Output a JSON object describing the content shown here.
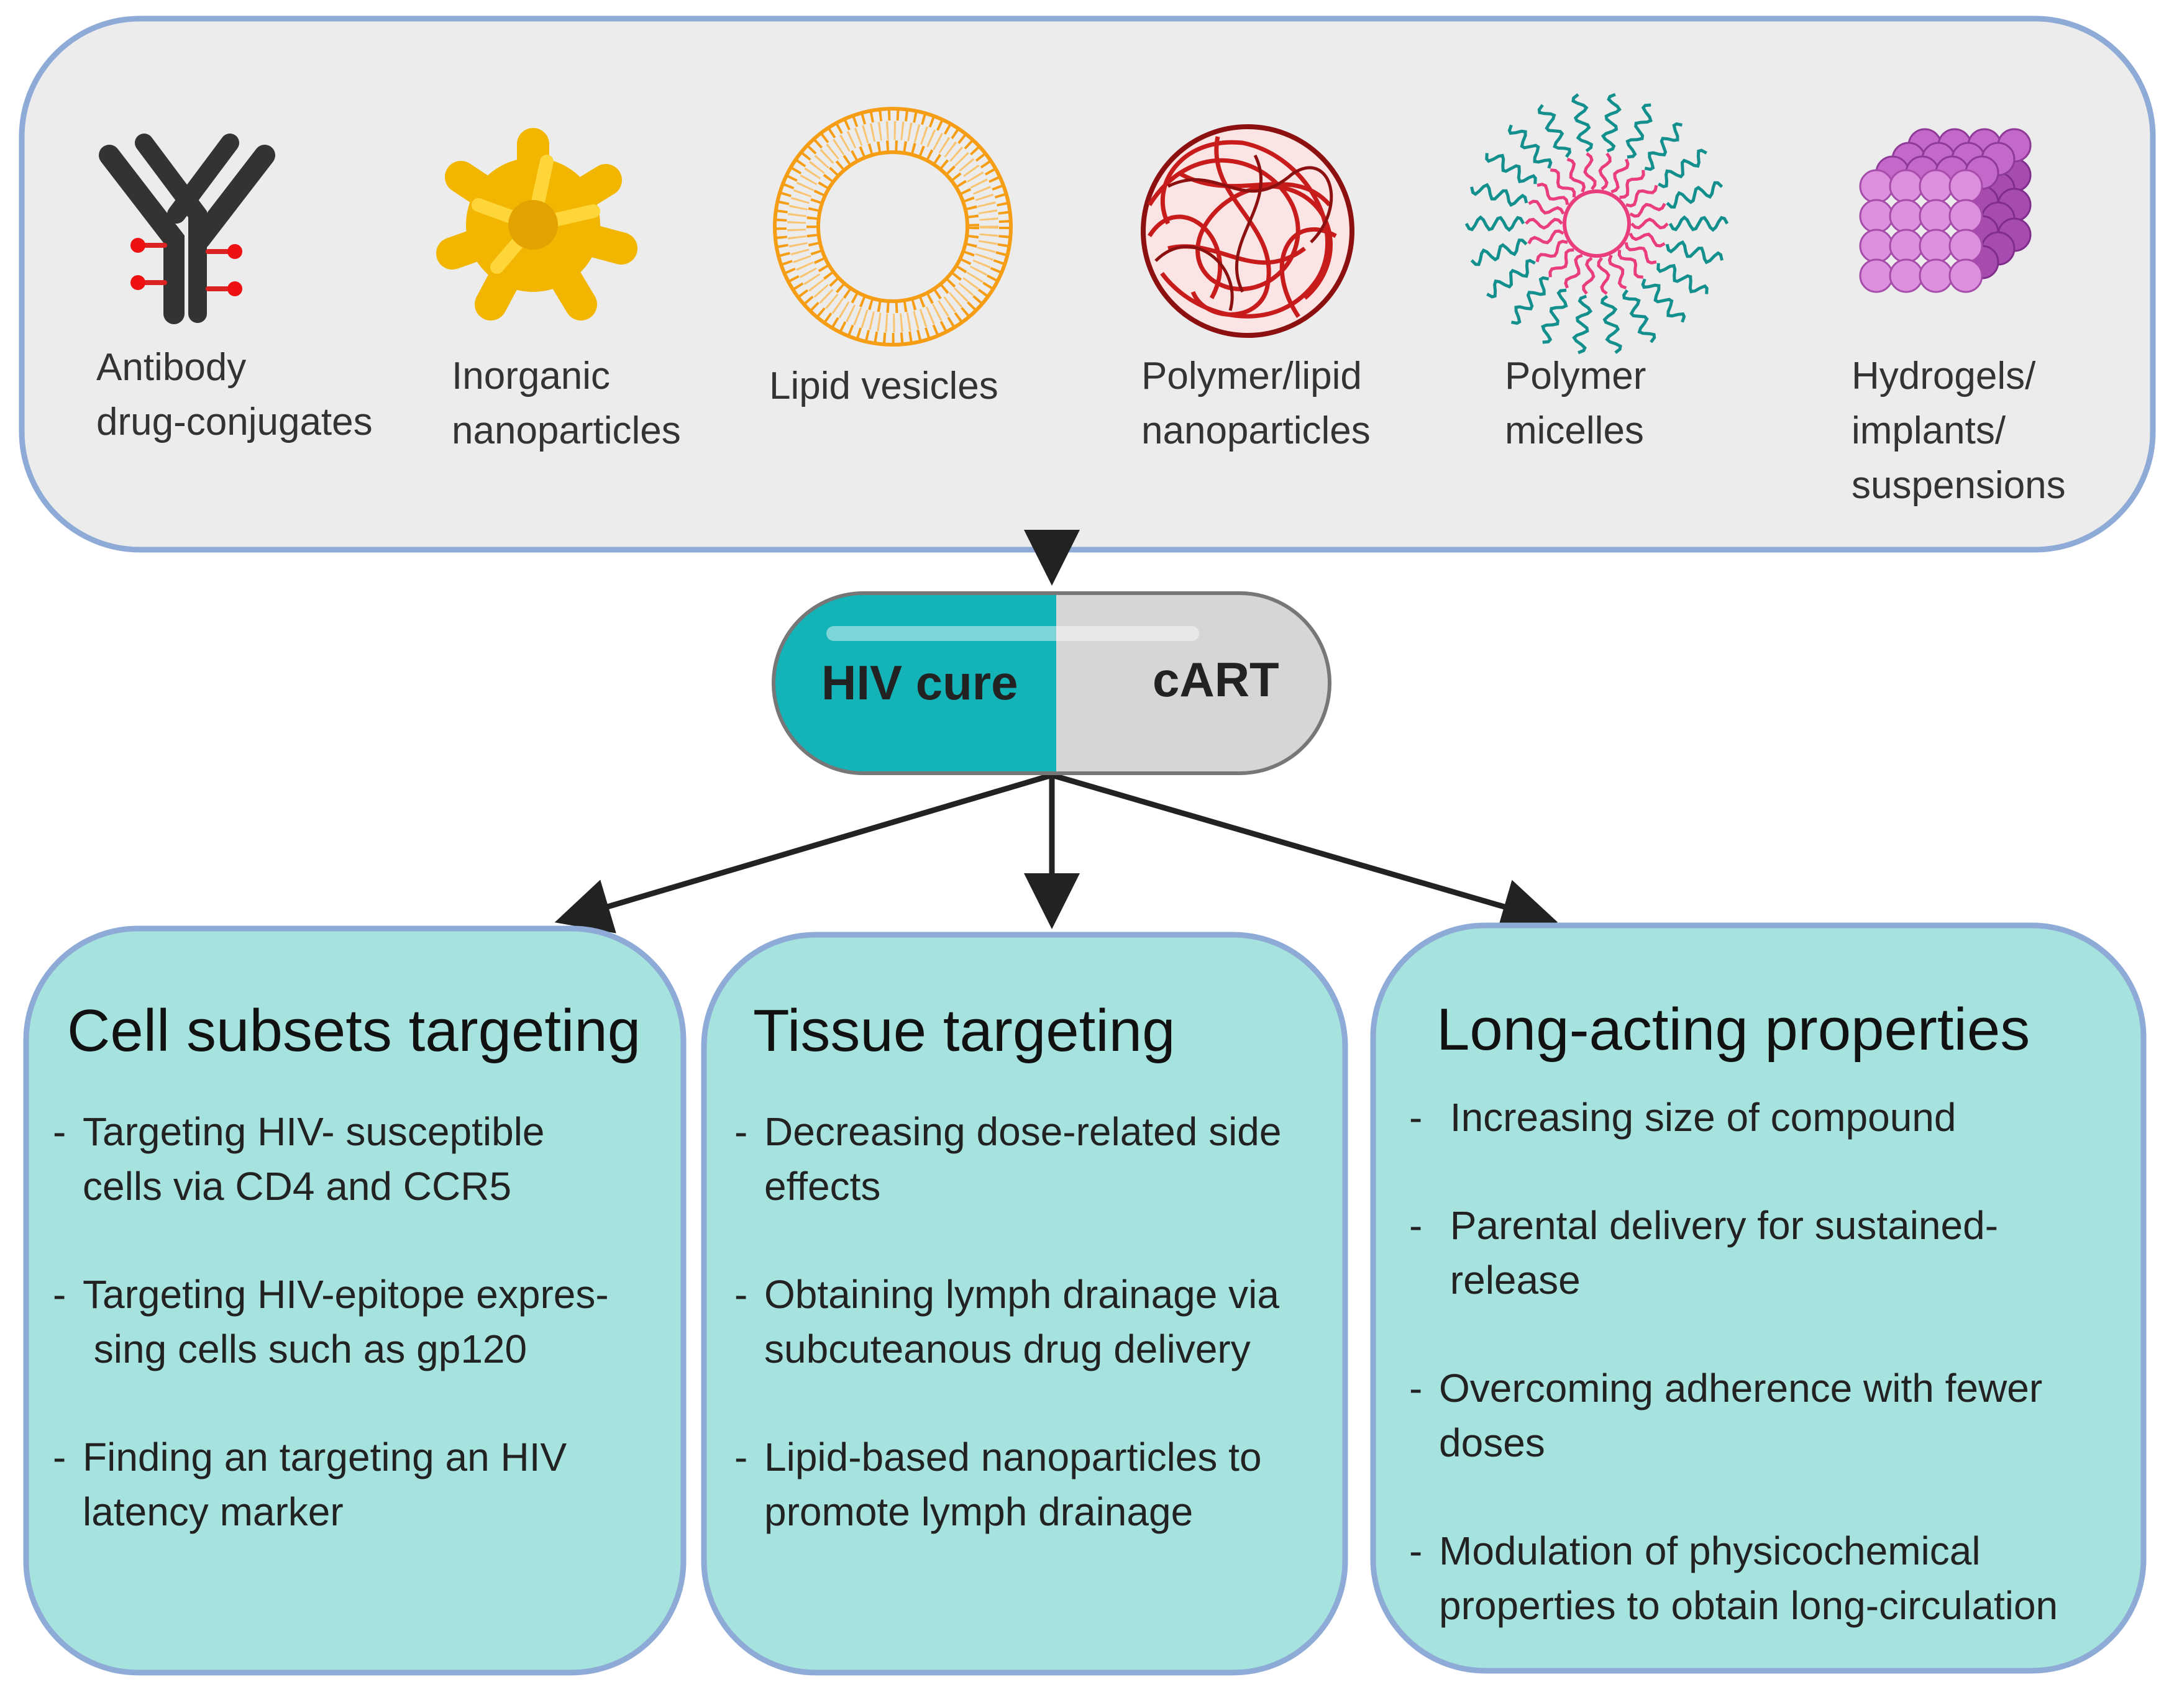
{
  "carriers": [
    {
      "id": "antibody",
      "icon": "antibody-icon",
      "lines": [
        "Antibody",
        "drug-conjugates"
      ]
    },
    {
      "id": "inorganic",
      "icon": "inorganic-nanoparticle-icon",
      "lines": [
        "Inorganic",
        "nanoparticles"
      ]
    },
    {
      "id": "lipid-vesicles",
      "icon": "lipid-vesicle-icon",
      "lines": [
        "Lipid vesicles"
      ]
    },
    {
      "id": "polymer-lipid",
      "icon": "polymer-lipid-nanoparticle-icon",
      "lines": [
        "Polymer/lipid",
        "nanoparticles"
      ]
    },
    {
      "id": "micelles",
      "icon": "polymer-micelle-icon",
      "lines": [
        "Polymer",
        "micelles"
      ]
    },
    {
      "id": "hydrogels",
      "icon": "hydrogel-cube-icon",
      "lines": [
        "Hydrogels/",
        "implants/",
        "suspensions"
      ]
    }
  ],
  "pill": {
    "left_label": "HIV cure",
    "right_label": "cART",
    "left_color": "#13b3b8",
    "right_color": "#d6d6d6"
  },
  "colors": {
    "top_panel_fill": "#ececec",
    "panel_border": "#8eaad6",
    "box_fill": "#a6e3df",
    "arrow": "#222222"
  },
  "boxes": [
    {
      "title": "Cell subsets targeting",
      "bullets": [
        [
          "Targeting HIV- susceptible",
          "cells via CD4 and CCR5"
        ],
        [
          "Targeting HIV-epitope expres-",
          " sing cells such as gp120"
        ],
        [
          "Finding an targeting an HIV",
          "latency marker"
        ]
      ]
    },
    {
      "title": "Tissue targeting",
      "bullets": [
        [
          "Decreasing dose-related side",
          "effects"
        ],
        [
          "Obtaining lymph drainage via",
          "subcuteanous drug delivery"
        ],
        [
          "Lipid-based nanoparticles to",
          "promote lymph drainage"
        ]
      ]
    },
    {
      "title": "Long-acting properties",
      "bullets": [
        [
          " Increasing size of compound"
        ],
        [
          " Parental delivery for sustained-",
          " release"
        ],
        [
          "Overcoming adherence with fewer",
          "doses"
        ],
        [
          "Modulation of physicochemical",
          "properties to obtain long-circulation"
        ]
      ]
    }
  ]
}
